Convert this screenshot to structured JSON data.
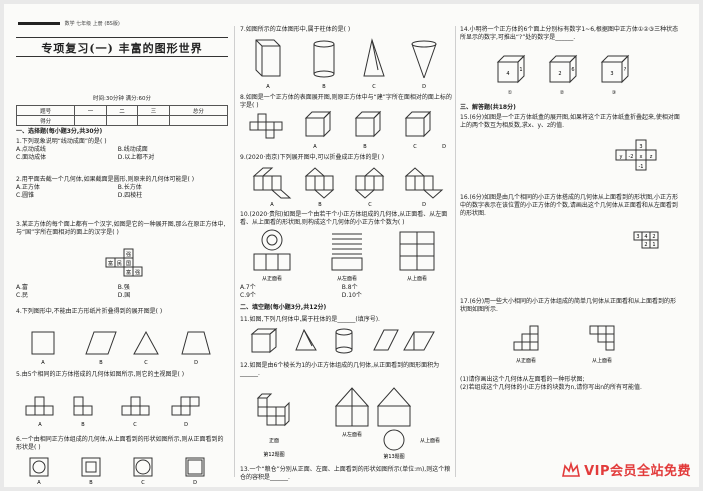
{
  "header": {
    "band": "数学 七年级 上册 (BS版)"
  },
  "title": "专项复习(一)  丰富的图形世界",
  "meta": "时间:30分钟  满分:60分",
  "score_table": {
    "row1": [
      "题号",
      "一",
      "二",
      "三",
      "总分"
    ],
    "row2": [
      "得分",
      "",
      "",
      "",
      ""
    ]
  },
  "col1": {
    "section1": "一、选择题(每小题3分,共30分)",
    "q1": "1.下列现象说明“线动成面”的是( )",
    "q1_opts": [
      "A.点动成线",
      "B.线动成面",
      "C.面动成体",
      "D.以上都不对"
    ],
    "q2": "2.用平面去截一个几何体,如果截面是圆形,则原来的几何体可能是( )",
    "q2_opts": [
      "A.正方体",
      "B.长方体",
      "C.圆锥",
      "D.四棱柱"
    ],
    "q3": "3.某正方体的每个面上都有一个汉字,如图是它的一种展开图,那么在原正方体中,与“国”字所在面相对的面上的汉字是( )",
    "q3_grid": [
      "强",
      "富",
      "民",
      "国",
      "富",
      "强"
    ],
    "q3_opts": [
      "A.富",
      "B.强",
      "C.民",
      "D.国"
    ],
    "q4": "4.下列图形中,不能由正方形纸片折叠得到的展开图是( )",
    "q4_opts": [
      "A",
      "B",
      "C",
      "D"
    ],
    "q5": "5.由5个相同的正方体搭成的几何体如图所示,则它的主视图是( )",
    "q5_opts": [
      "A",
      "B",
      "C",
      "D"
    ],
    "q6": "6.一个由相同正方体组成的几何体,从上面看到的形状如图所示,则从正面看到的形状是( )",
    "q6_opts": [
      "A",
      "B",
      "C",
      "D"
    ]
  },
  "col2": {
    "q7": "7.如图所示的立体图形中,属于柱体的是( )",
    "q7_opts": [
      "A",
      "B",
      "C",
      "D"
    ],
    "q8": "8.如图是一个正方体的表面展开图,则原正方体中与“建”字所在面相对的面上标的字是( )",
    "q8_opts": [
      "A",
      "B",
      "C",
      "D"
    ],
    "q9": "9.(2020·南京)下列展开图中,可以折叠成正方体的是( )",
    "q9_opts": [
      "A",
      "B",
      "C",
      "D"
    ],
    "q10": "10.(2020·贵阳)如图是一个由若干个小正方体组成的几何体,从正面看、从左面看、从上面看的形状图,则构成这个几何体的小正方体个数为( )",
    "q10_labels": [
      "从正面看",
      "从左面看",
      "从上面看"
    ],
    "q10_opts": [
      "A.7个",
      "B.8个",
      "C.9个",
      "D.10个"
    ],
    "section2": "二、填空题(每小题3分,共12分)",
    "q11": "11.如图,下列几何体中,属于柱体的是______(填序号).",
    "q12": "12.如图是由6个棱长为1的小正方体组成的几何体,从正面看到的图形面积为______.",
    "q13": "13.一个“粮仓”分别从正面、左面、上面看到的形状如图所示(单位:m),则这个粮仓的容积是______.",
    "q12_fig": "第12题图",
    "q13_fig": "第13题图",
    "views": [
      "正面",
      "从左面看",
      "从上面看"
    ]
  },
  "col3": {
    "q14": "14.小明将一个正方体的6个面上分别标有数字1~6,根据图中正方体①②③三种状态所显示的数字,可推出“?”处的数字是______.",
    "q14_nums": [
      "4",
      "1",
      "2",
      "6",
      "3",
      "?"
    ],
    "q14_labels": [
      "①",
      "②",
      "③"
    ],
    "section3": "三、解答题(共18分)",
    "q15": "15.(6分)如图是一个正方体纸盒的展开图,如果将这个正方体纸盒折叠起来,使相对面上的两个数互为相反数,求x、y、z的值.",
    "q15_cells": [
      "3",
      "y",
      "-2",
      "x",
      "z",
      "-1"
    ],
    "q16": "16.(6分)如图是由几个相同的小正方体搭成的几何体从上面看到的形状图,小正方形中的数字表示在该位置的小正方体的个数,请画出这个几何体从正面看和从左面看到的形状图.",
    "q16_nums": [
      "3",
      "4",
      "2",
      "2",
      "1"
    ],
    "q17": "17.(6分)用一些大小相同的小正方体组成的简单几何体从正面看和从上面看到的形状图如图所示.",
    "q17_labels": [
      "从正面看",
      "从上面看"
    ],
    "q17_a": "(1)请你画出这个几何体从左面看的一种形状图;",
    "q17_b": "(2)若组成这个几何体的小正方体的块数为n,请你写出n的所有可能值."
  },
  "watermark": "VIP会员全站免费",
  "colors": {
    "watermark": "#e23b3b",
    "paper": "#fbfbf9"
  }
}
